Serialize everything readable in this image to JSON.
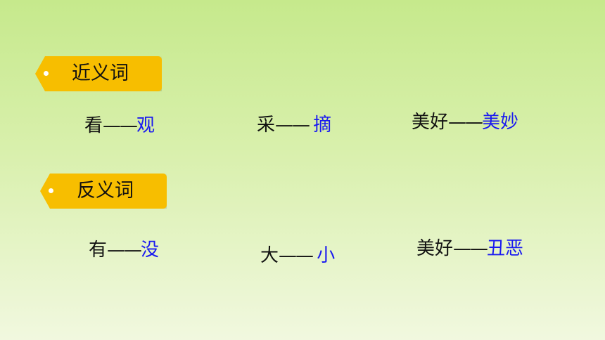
{
  "synonyms": {
    "title": "近义词",
    "pairs": [
      {
        "word": "看",
        "dash": "——",
        "answer": "观"
      },
      {
        "word": "采",
        "dash": "—— ",
        "answer": "摘"
      },
      {
        "word": "美好",
        "dash": "——",
        "answer": "美妙"
      }
    ]
  },
  "antonyms": {
    "title": "反义词",
    "pairs": [
      {
        "word": "有",
        "dash": "——",
        "answer": "没"
      },
      {
        "word": "大",
        "dash": "—— ",
        "answer": "小"
      },
      {
        "word": "美好",
        "dash": "——",
        "answer": "丑恶"
      }
    ]
  },
  "colors": {
    "tag": "#f7be00",
    "answer": "#1a1af0",
    "text": "#111111"
  }
}
